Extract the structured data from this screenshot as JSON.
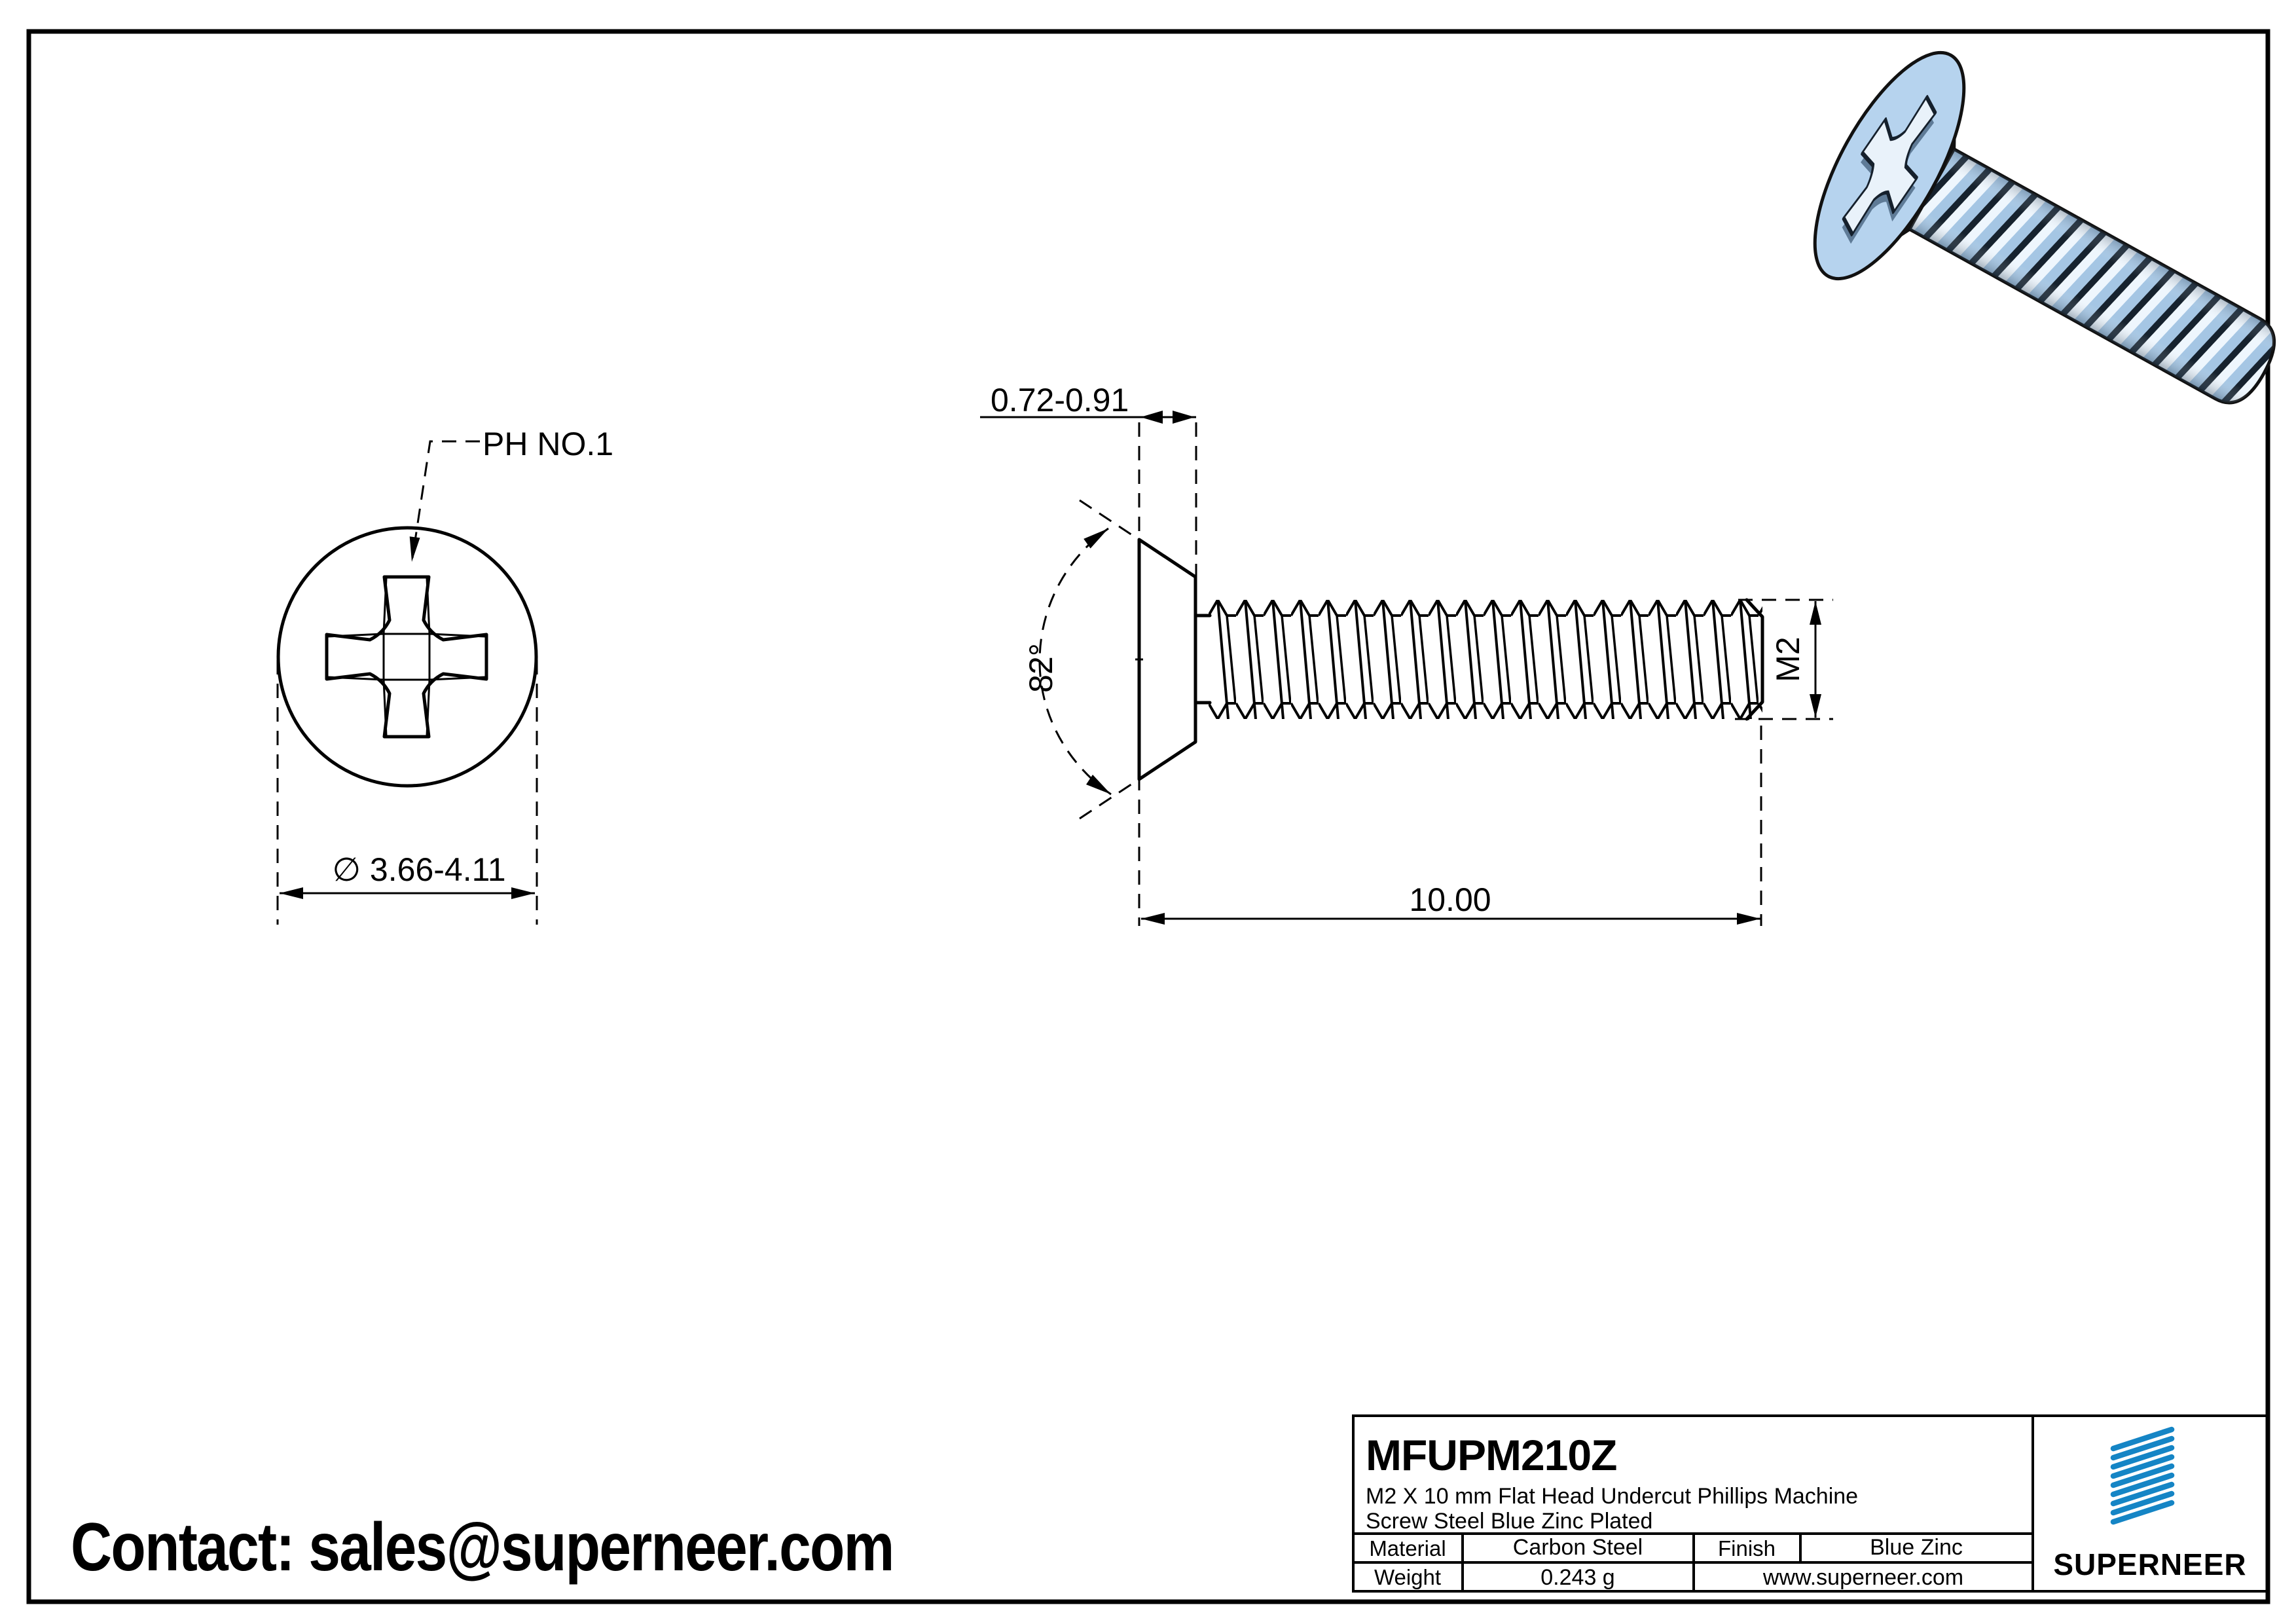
{
  "front_view": {
    "recess_label": "PH NO.1",
    "diameter_label": "∅ 3.66-4.11"
  },
  "side_view": {
    "head_height_label": "0.72-0.91",
    "angle_label": "82°",
    "thread_size_label": "M2",
    "length_label": "10.00"
  },
  "title_block": {
    "part_number": "MFUPM210Z",
    "description_line1": "M2 X 10 mm  Flat Head Undercut Phillips Machine",
    "description_line2": "Screw Steel Blue Zinc Plated",
    "material_label": "Material",
    "material_value": "Carbon Steel",
    "finish_label": "Finish",
    "finish_value": "Blue Zinc",
    "weight_label": "Weight",
    "weight_value": "0.243 g",
    "website": "www.superneer.com",
    "brand": "SUPERNEER"
  },
  "contact": {
    "text": "Contact: sales@superneer.com"
  },
  "colors": {
    "brand_blue": "#1585c5",
    "link_blue": "#1e82d2",
    "screw_body_blue": "#b6d3ee",
    "screw_shade_blue": "#a5c6e4",
    "screw_light_blue": "#eef6fd",
    "outline": "#000000"
  }
}
